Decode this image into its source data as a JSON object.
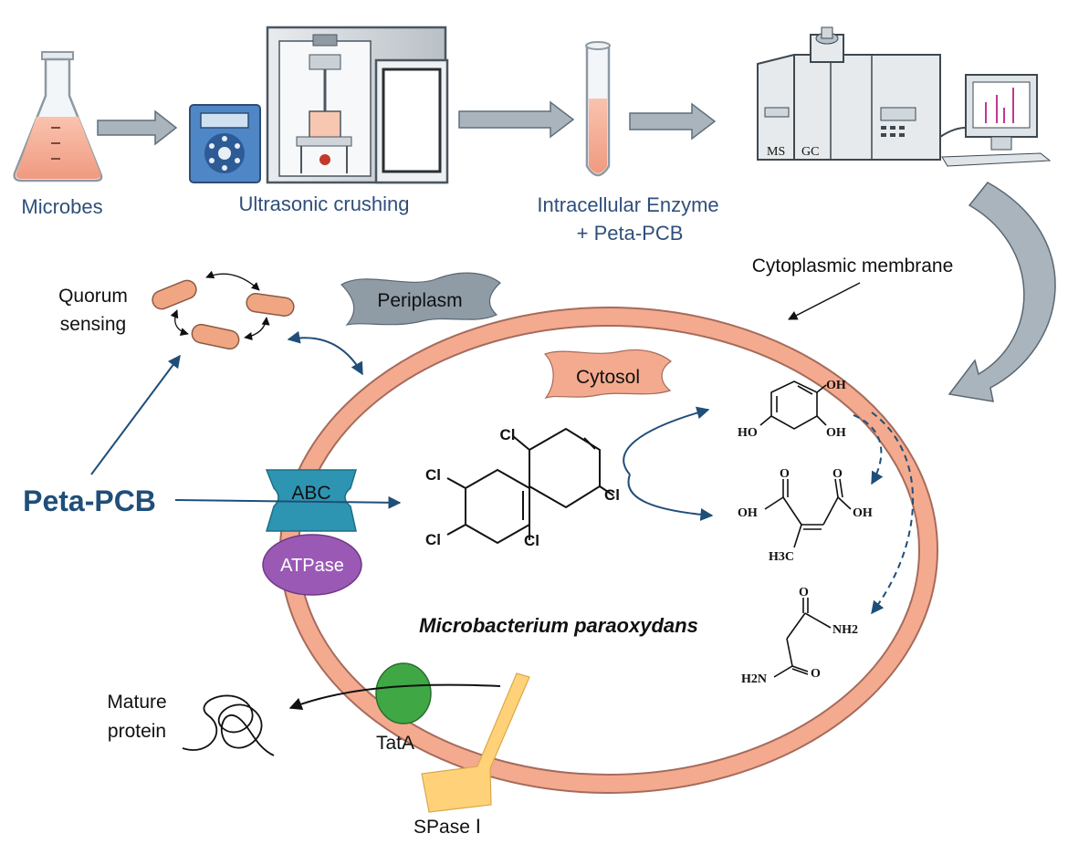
{
  "workflow": {
    "microbes_label": "Microbes",
    "ultrasonic_label": "Ultrasonic crushing",
    "enzyme_label_line1": "Intracellular Enzyme",
    "enzyme_label_line2": "+ Peta-PCB",
    "instrument_ms": "MS",
    "instrument_gc": "GC"
  },
  "cell": {
    "cytoplasmic_membrane": "Cytoplasmic membrane",
    "periplasm": "Periplasm",
    "cytosol": "Cytosol",
    "organism": "Microbacterium paraoxydans",
    "quorum_line1": "Quorum",
    "quorum_line2": "sensing",
    "peta_pcb": "Peta-PCB",
    "abc": "ABC",
    "atpase": "ATPase",
    "tata": "TatA",
    "spase": "SPase Ⅰ",
    "mature_line1": "Mature",
    "mature_line2": "protein"
  },
  "chemistry": {
    "cl": "Cl",
    "oh": "OH",
    "ho": "HO",
    "h3c": "H3C",
    "nh2": "NH2",
    "h2n": "H2N",
    "o": "O"
  },
  "colors": {
    "membrane_fill": "#f4aa8e",
    "membrane_stroke": "#a56b5c",
    "label_blue": "#2f4f7a",
    "arrow_gray": "#8c9aa6",
    "abc_teal": "#2d95b2",
    "atpase_purple": "#9b59b6",
    "tata_green": "#3fa844",
    "spase_yellow": "#ffd27a"
  }
}
